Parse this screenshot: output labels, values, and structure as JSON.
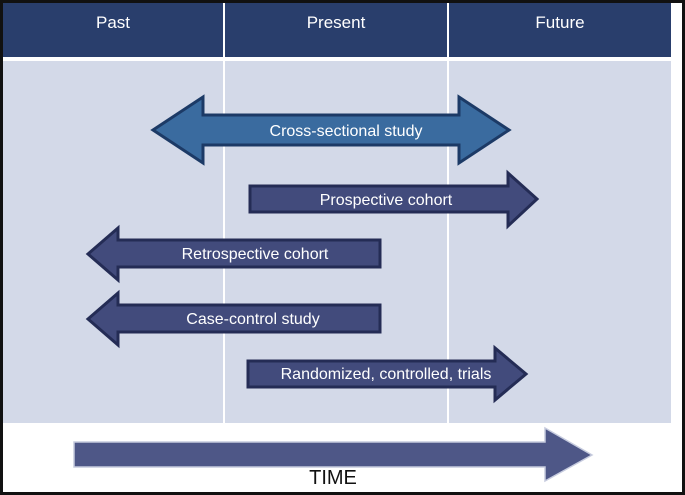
{
  "header": {
    "columns": [
      {
        "id": "past",
        "label": "Past"
      },
      {
        "id": "present",
        "label": "Present"
      },
      {
        "id": "future",
        "label": "Future"
      }
    ]
  },
  "arrows": [
    {
      "id": "cross-sectional",
      "label": "Cross-sectional study",
      "direction": "both",
      "span": [
        "Past",
        "Future"
      ],
      "fill": "#3a6b9f",
      "stroke": "#1c3a66"
    },
    {
      "id": "prospective-cohort",
      "label": "Prospective cohort",
      "direction": "right",
      "span": [
        "Present",
        "Future"
      ],
      "fill": "#424b7c",
      "stroke": "#242c55"
    },
    {
      "id": "retrospective-cohort",
      "label": "Retrospective cohort",
      "direction": "left",
      "span": [
        "Present",
        "Past"
      ],
      "fill": "#424b7c",
      "stroke": "#242c55"
    },
    {
      "id": "case-control",
      "label": "Case-control study",
      "direction": "left",
      "span": [
        "Present",
        "Past"
      ],
      "fill": "#424b7c",
      "stroke": "#242c55"
    },
    {
      "id": "randomized-controlled-trials",
      "label": "Randomized, controlled, trials",
      "direction": "right",
      "span": [
        "Present",
        "Future"
      ],
      "fill": "#424b7c",
      "stroke": "#242c55"
    }
  ],
  "timeline": {
    "label": "TIME",
    "direction": "right",
    "fill": "#4e5787"
  },
  "colors": {
    "header_bg": "#293e6c",
    "body_bg": "#d3d9e8",
    "divider": "#ffffff",
    "frame": "#111111",
    "footer_bg": "#ffffff"
  }
}
